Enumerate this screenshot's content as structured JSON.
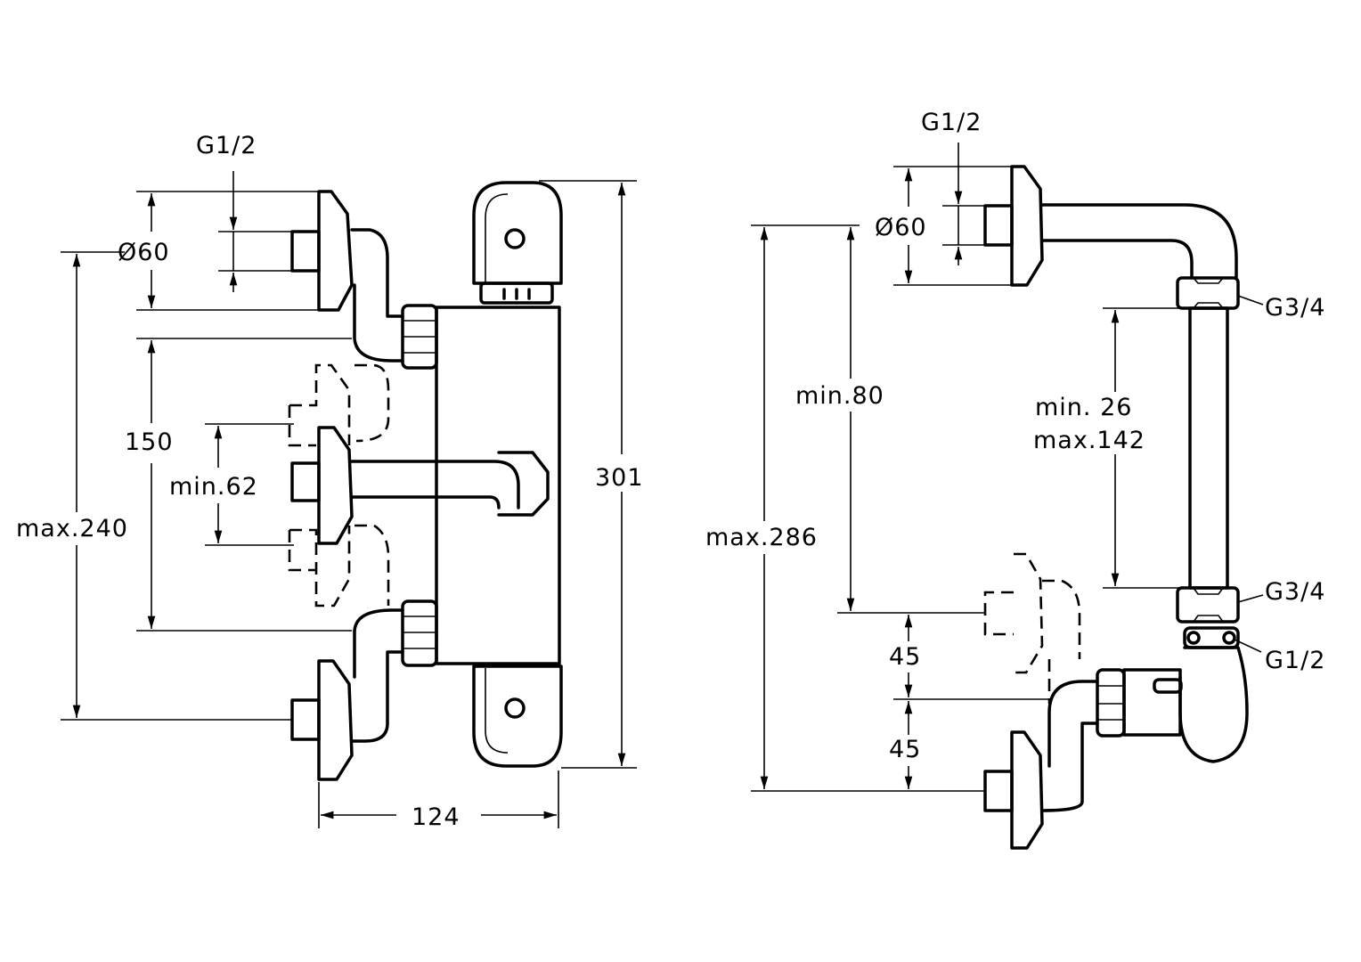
{
  "left_view": {
    "thread_top": "G1/2",
    "diameter": "Ø60",
    "max_height": "max.240",
    "center_distance": "150",
    "min_offset": "min.62",
    "total_height": "301",
    "width": "124"
  },
  "right_view": {
    "thread_top": "G1/2",
    "diameter": "Ø60",
    "min_distance": "min.80",
    "max_height": "max.286",
    "pipe_min": "min. 26",
    "pipe_max": "max.142",
    "upper_nut": "G3/4",
    "lower_nut": "G3/4",
    "valve_thread": "G1/2",
    "step_upper": "45",
    "step_lower": "45"
  },
  "colors": {
    "line": "#000000",
    "background": "#ffffff"
  }
}
